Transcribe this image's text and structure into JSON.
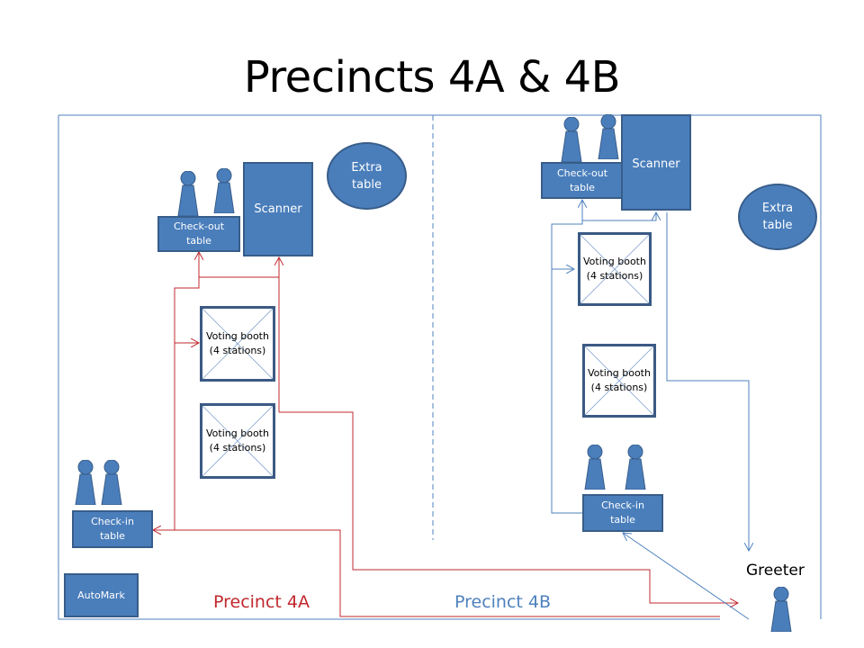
{
  "title": "Precincts 4A & 4B",
  "colors": {
    "shape_fill": "#4a7ebb",
    "shape_border": "#385d8a",
    "precinct_4a_flow": "#c0282e",
    "precinct_4b_flow": "#4f81bd",
    "booth_border": "#3b5a84"
  },
  "precinct_4a": {
    "label": "Precinct 4A",
    "checkout_table": "Check-out\ntable",
    "scanner": "Scanner",
    "extra_table": "Extra\ntable",
    "voting_booths": [
      "Voting booth\n(4 stations)",
      "Voting booth\n(4 stations)"
    ],
    "checkin_table": "Check-in\ntable",
    "automark": "AutoMark",
    "checkout_workers": 2,
    "checkin_workers": 2
  },
  "precinct_4b": {
    "label": "Precinct 4B",
    "checkout_table": "Check-out\ntable",
    "scanner": "Scanner",
    "extra_table": "Extra\ntable",
    "voting_booths": [
      "Voting booth\n(4 stations)",
      "Voting booth\n(4 stations)"
    ],
    "checkin_table": "Check-in\ntable",
    "checkout_workers": 2,
    "checkin_workers": 2
  },
  "greeter": {
    "label": "Greeter"
  }
}
